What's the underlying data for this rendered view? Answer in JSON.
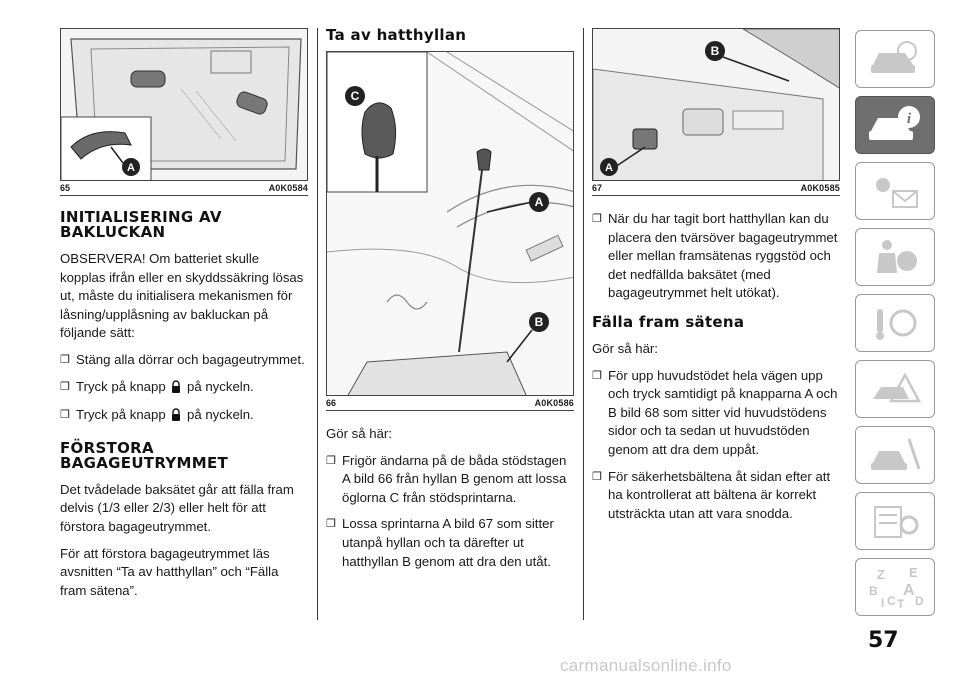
{
  "figures": {
    "fig65": {
      "number": "65",
      "code": "A0K0584",
      "callouts": [
        "A"
      ]
    },
    "fig66": {
      "number": "66",
      "code": "A0K0586",
      "callouts": [
        "C",
        "A",
        "B"
      ]
    },
    "fig67": {
      "number": "67",
      "code": "A0K0585",
      "callouts": [
        "B",
        "A"
      ]
    }
  },
  "col1": {
    "heading1": "INITIALISERING AV BAKLUCKAN",
    "para1": "OBSERVERA! Om batteriet skulle kopplas ifrån eller en skyddssäkring lösas ut, måste du initialisera mekanismen för låsning/upplåsning av bakluckan på följande sätt:",
    "bullet1": "Stäng alla dörrar och bagageutrymmet.",
    "bullet2_pre": "Tryck på knapp",
    "bullet2_post": "på nyckeln.",
    "bullet3_pre": "Tryck på knapp",
    "bullet3_post": "på nyckeln.",
    "heading2": "FÖRSTORA BAGAGEUTRYMMET",
    "para2": "Det tvådelade baksätet går att fälla fram delvis (1/3 eller 2/3) eller helt för att förstora bagageutrymmet.",
    "para3": "För att förstora bagageutrymmet läs avsnitten “Ta av hatthyllan” och “Fälla fram sätena”."
  },
  "col2": {
    "heading": "Ta av hatthyllan",
    "intro": "Gör så här:",
    "bullet1": "Frigör ändarna på de båda stödstagen A bild 66 från hyllan B genom att lossa öglorna C från stödsprintarna.",
    "bullet2": "Lossa sprintarna A bild 67 som sitter utanpå hyllan och ta därefter ut hatthyllan B genom att dra den utåt."
  },
  "col3": {
    "bullet1": "När du har tagit bort hatthyllan kan du placera den tvärsöver bagageutrymmet eller mellan framsätenas ryggstöd och det nedfällda baksätet (med bagageutrymmet helt utökat).",
    "heading": "Fälla fram sätena",
    "intro": "Gör så här:",
    "bullet2": "För upp huvudstödet hela vägen upp och tryck samtidigt på knapparna A och B bild 68 som sitter vid huvudstödens sidor och ta sedan ut huvudstöden genom att dra dem uppåt.",
    "bullet3": "För säkerhetsbältena åt sidan efter att ha kontrollerat att bältena är korrekt utsträckta utan att vara snodda."
  },
  "sidebar": {
    "tabs": [
      {
        "icon": "car-dashboard-icon",
        "active": false
      },
      {
        "icon": "car-info-icon",
        "active": true
      },
      {
        "icon": "warning-lights-icon",
        "active": false
      },
      {
        "icon": "airbag-safety-icon",
        "active": false
      },
      {
        "icon": "steering-key-icon",
        "active": false
      },
      {
        "icon": "breakdown-triangle-icon",
        "active": false
      },
      {
        "icon": "maintenance-tools-icon",
        "active": false
      },
      {
        "icon": "technical-data-icon",
        "active": false
      },
      {
        "icon": "alphabetical-index-icon",
        "active": false
      }
    ],
    "tab2_glyph": "i",
    "index_letters": [
      "Z",
      "E",
      "B",
      "A",
      "I",
      "C",
      "T",
      "D"
    ]
  },
  "page_number": "57",
  "watermark": "carmanualsonline.info",
  "colors": {
    "text": "#1a1a1a",
    "tab_active": "#6f6f6f",
    "tab_border": "#9a9a9a",
    "watermark": "#c8c8c8"
  }
}
